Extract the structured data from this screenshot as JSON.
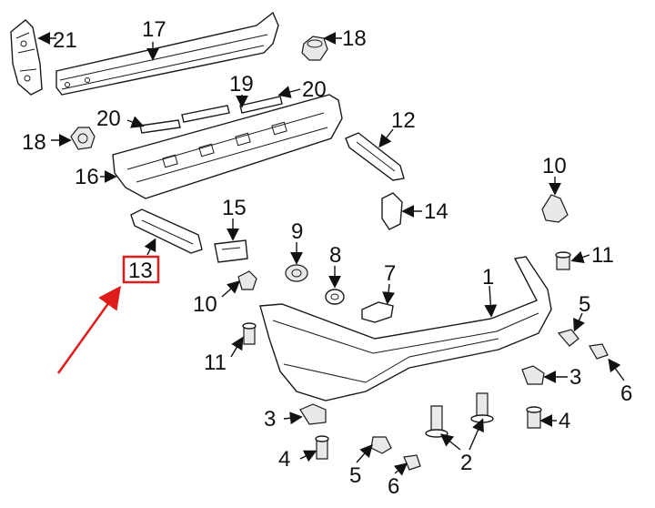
{
  "callouts": {
    "c1": "1",
    "c2": "2",
    "c3a": "3",
    "c3b": "3",
    "c4a": "4",
    "c4b": "4",
    "c5a": "5",
    "c5b": "5",
    "c6a": "6",
    "c6b": "6",
    "c7": "7",
    "c8": "8",
    "c9": "9",
    "c10a": "10",
    "c10b": "10",
    "c11a": "11",
    "c11b": "11",
    "c12": "12",
    "c13": "13",
    "c14": "14",
    "c15": "15",
    "c16": "16",
    "c17": "17",
    "c18a": "18",
    "c18b": "18",
    "c19": "19",
    "c20a": "20",
    "c20b": "20",
    "c21": "21"
  },
  "highlight": {
    "part": "13",
    "color": "#e01b1b"
  }
}
